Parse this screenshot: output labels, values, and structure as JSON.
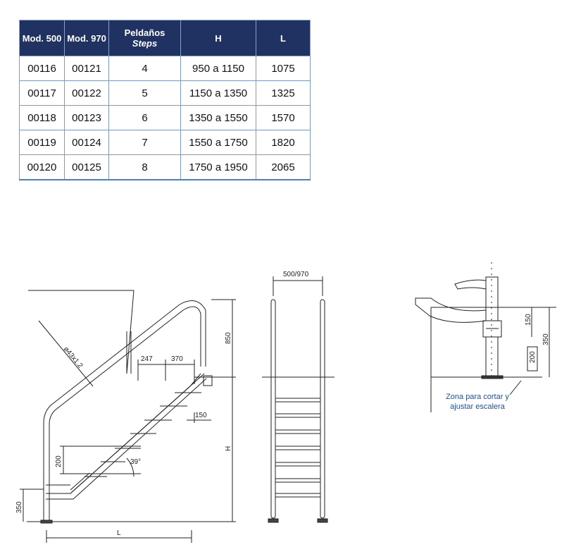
{
  "table": {
    "headers": [
      {
        "main": "Mod. 500",
        "sub": ""
      },
      {
        "main": "Mod. 970",
        "sub": ""
      },
      {
        "main": "Peldaños",
        "sub": "Steps"
      },
      {
        "main": "H",
        "sub": ""
      },
      {
        "main": "L",
        "sub": ""
      }
    ],
    "rows": [
      [
        "00116",
        "00121",
        "4",
        "950 a 1150",
        "1075"
      ],
      [
        "00117",
        "00122",
        "5",
        "1150 a 1350",
        "1325"
      ],
      [
        "00118",
        "00123",
        "6",
        "1350 a 1550",
        "1570"
      ],
      [
        "00119",
        "00124",
        "7",
        "1550 a 1750",
        "1820"
      ],
      [
        "00120",
        "00125",
        "8",
        "1750 a 1950",
        "2065"
      ]
    ]
  },
  "side_view": {
    "dim_tube": "ø43x1.2",
    "dim_247": "247",
    "dim_370": "370",
    "dim_850": "850",
    "dim_150": "150",
    "dim_H": "H",
    "dim_200": "200",
    "dim_angle": "39°",
    "dim_350": "350",
    "dim_L": "L"
  },
  "front_view": {
    "dim_width": "500/970"
  },
  "detail_view": {
    "dim_150": "150",
    "dim_350": "350",
    "dim_200": "200",
    "note_line1": "Zona para cortar y",
    "note_line2": "ajustar escalera"
  },
  "colors": {
    "header_bg": "#1f3262",
    "table_border": "#7d9bc9",
    "note_text": "#1f4e9e"
  }
}
